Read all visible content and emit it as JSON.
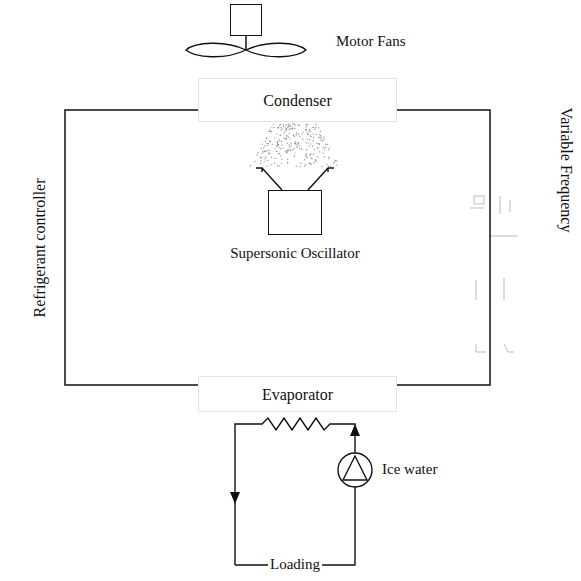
{
  "diagram": {
    "nodes": [
      {
        "text": [
          "Motor Fans"
        ]
      },
      {
        "text": [
          "Condenser"
        ]
      },
      {
        "text": [
          "Supersonic Oscillator"
        ]
      },
      {
        "text": [
          "Evaporator"
        ]
      }
    ],
    "edges": [
      {
        "from": 1,
        "to": 3,
        "arrow": "none",
        "label": "Refrigerant controller"
      },
      {
        "from": 1,
        "to": 3,
        "arrow": "none",
        "label": "Variable Frequency"
      }
    ],
    "labels": [
      "Ice water",
      "Loading"
    ]
  }
}
